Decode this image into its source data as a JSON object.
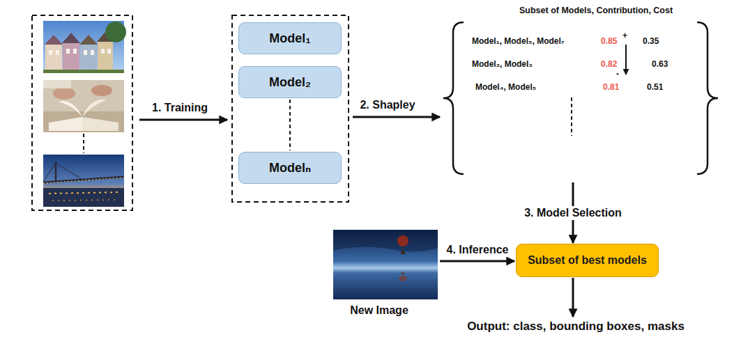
{
  "diagram": {
    "nodes": [
      {
        "text": [
          "Model₁"
        ]
      },
      {
        "text": [
          "Model₂"
        ]
      },
      {
        "text": [
          "Modelₙ"
        ]
      },
      {
        "text": [
          "Subset of Models, Contribution, Cost",
          "Model₁, Model₅, Model₇",
          "0.85",
          "+",
          "0.35",
          "Model₂, Model₃",
          "0.82",
          "-",
          "0.63",
          "Model₄, Model₅",
          "0.81",
          "0.51"
        ]
      },
      {
        "text": [
          "Subset of best models"
        ]
      }
    ],
    "edges": [
      {
        "from": 3,
        "to": 4,
        "arrow": "to",
        "label": "3. Model Selection"
      }
    ],
    "labels": [
      "1. Training",
      "2. Shapley",
      "4. Inference",
      "New Image",
      "Output: class, bounding boxes, masks"
    ]
  }
}
